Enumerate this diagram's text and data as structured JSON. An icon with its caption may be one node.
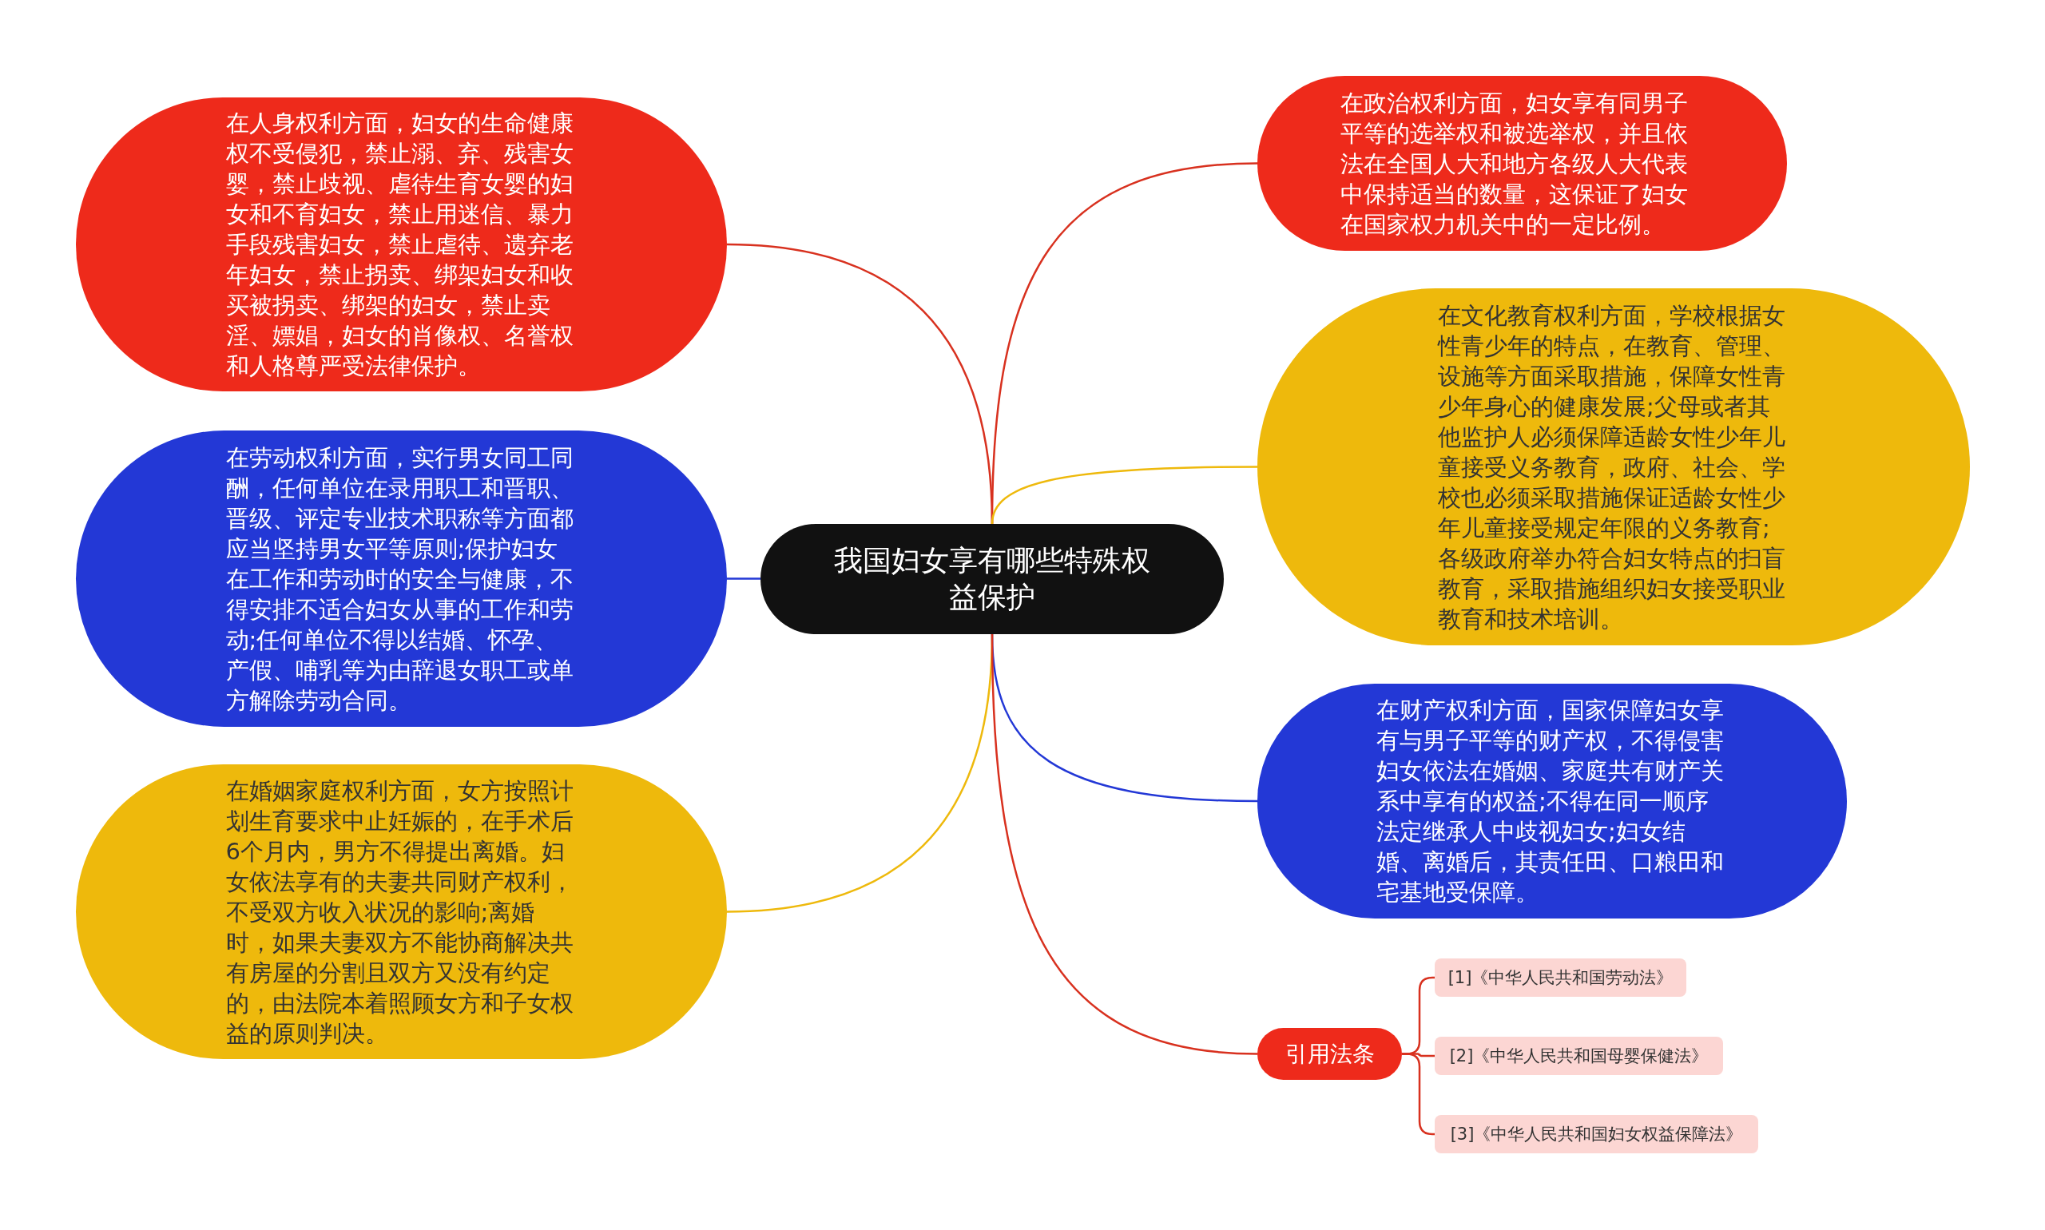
{
  "diagram": {
    "nodes": [
      {
        "text": [
          "我国妇女享有哪些特殊权益保护"
        ]
      },
      {
        "text": [
          "在人身权利方面，妇女的生命健康权不受侵犯，禁止溺、弃、残害女婴，禁止歧视、虐待生育女婴的妇女和不育妇女，禁止用迷信、暴力手段残害妇女，禁止虐待、遗弃老年妇女，禁止拐卖、绑架妇女和收买被拐卖、绑架的妇女，禁止卖淫、嫖娼，妇女的肖像权、名誉权和人格尊严受法律保护。"
        ]
      },
      {
        "text": [
          "在劳动权利方面，实行男女同工同酬，任何单位在录用职工和晋职、晋级、评定专业技术职称等方面都应当坚持男女平等原则;保护妇女在工作和劳动时的安全与健康，不得安排不适合妇女从事的工作和劳动;任何单位不得以结婚、怀孕、产假、哺乳等为由辞退女职工或单方解除劳动合同。"
        ]
      },
      {
        "text": [
          "在婚姻家庭权利方面，女方按照计划生育要求中止妊娠的，在手术后6个月内，男方不得提出离婚。妇女依法享有的夫妻共同财产权利，不受双方收入状况的影响;离婚时，如果夫妻双方不能协商解决共有房屋的分割且双方又没有约定的，由法院本着照顾女方和子女权益的原则判决。"
        ]
      },
      {
        "text": [
          "在政治权利方面，妇女享有同男子平等的选举权和被选举权，并且依法在全国人大和地方各级人大代表中保持适当的数量，这保证了妇女在国家权力机关中的一定比例。"
        ]
      },
      {
        "text": [
          "在文化教育权利方面，学校根据女性青少年的特点，在教育、管理、设施等方面采取措施，保障女性青少年身心的健康发展;父母或者其他监护人必须保障适龄女性少年儿童接受义务教育，政府、社会、学校也必须采取措施保证适龄女性少年儿童接受规定年限的义务教育;各级政府举办符合妇女特点的扫盲教育，采取措施组织妇女接受职业教育和技术培训。"
        ]
      },
      {
        "text": [
          "在财产权利方面，国家保障妇女享有与男子平等的财产权，不得侵害妇女依法在婚姻、家庭共有财产关系中享有的权益;不得在同一顺序法定继承人中歧视妇女;妇女结婚、离婚后，其责任田、口粮田和宅基地受保障。"
        ]
      },
      {
        "text": [
          "引用法条"
        ]
      },
      {
        "text": [
          "[1]《中华人民共和国劳动法》"
        ]
      },
      {
        "text": [
          "[2]《中华人民共和国母婴保健法》"
        ]
      },
      {
        "text": [
          "[3]《中华人民共和国妇女权益保障法》"
        ]
      }
    ],
    "edges": [
      {
        "from": 0,
        "to": 1,
        "arrow": "none"
      },
      {
        "from": 0,
        "to": 2,
        "arrow": "none",
        "color": "#2338d6"
      },
      {
        "from": 0,
        "to": 3,
        "arrow": "none",
        "color": "#eeb90c"
      },
      {
        "from": 0,
        "to": 4,
        "arrow": "none"
      },
      {
        "from": 0,
        "to": 5,
        "arrow": "none",
        "color": "#eeb90c"
      },
      {
        "from": 0,
        "to": 6,
        "arrow": "none",
        "color": "#2338d6"
      },
      {
        "from": 0,
        "to": 7,
        "arrow": "none"
      },
      {
        "from": 7,
        "to": 8,
        "arrow": "none"
      },
      {
        "from": 7,
        "to": 9,
        "arrow": "none"
      },
      {
        "from": 7,
        "to": 10,
        "arrow": "none"
      }
    ]
  }
}
